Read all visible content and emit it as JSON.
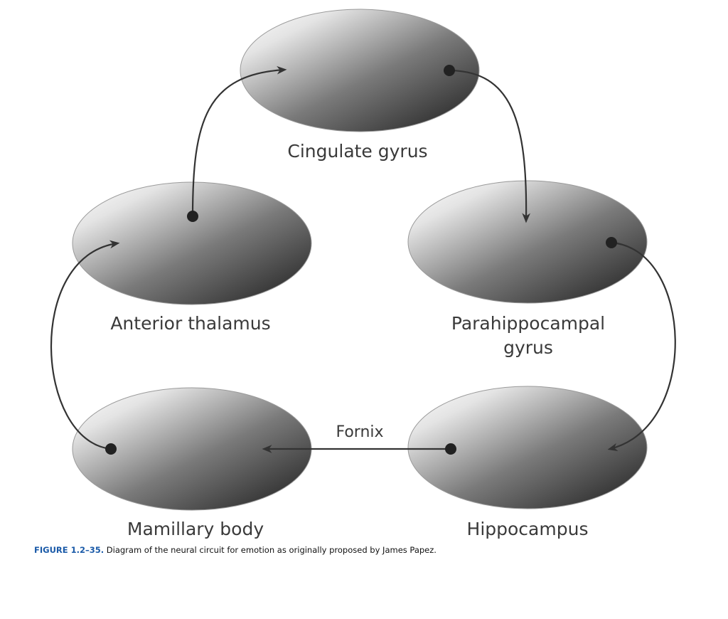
{
  "diagram": {
    "nodes": {
      "cingulate": {
        "label_lines": [
          "Cingulate gyrus"
        ]
      },
      "anterior": {
        "label_lines": [
          "Anterior thalamus"
        ]
      },
      "parahippocampal": {
        "label_lines": [
          "Parahippocampal",
          "gyrus"
        ]
      },
      "mamillary": {
        "label_lines": [
          "Mamillary body"
        ]
      },
      "hippocampus": {
        "label_lines": [
          "Hippocampus"
        ]
      }
    },
    "edges": {
      "fornix": {
        "label": "Fornix"
      }
    }
  },
  "caption": {
    "tag": "FIGURE 1.2–35.",
    "text": "Diagram of the neural circuit for emotion as originally proposed by James Papez."
  },
  "colors": {
    "node_light": "#f7f7f7",
    "node_dark": "#1e1e1e",
    "arrow": "#333333",
    "caption_tag": "#1a5aa8"
  }
}
